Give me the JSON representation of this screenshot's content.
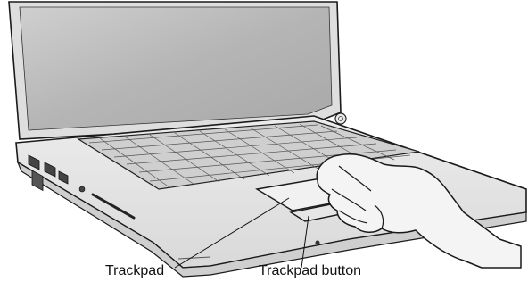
{
  "callouts": {
    "trackpad": "Trackpad",
    "trackpad_button": "Trackpad button"
  },
  "colors": {
    "screen": "#b9b9b9",
    "body": "#e4e4e4",
    "outline": "#1a1a1a",
    "keys": "#f7f7f7"
  },
  "illustration": {
    "subject": "laptop-with-hand-on-trackpad"
  }
}
